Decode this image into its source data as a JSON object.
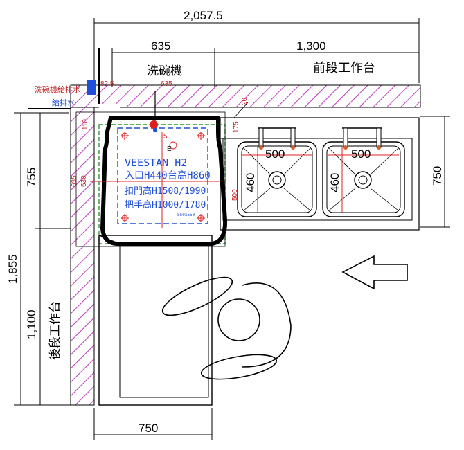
{
  "dimensions": {
    "overall_width": "2,057.5",
    "dishwasher_width": "635",
    "front_counter_width": "1,300",
    "left_height_755": "755",
    "left_total_height": "1,855",
    "left_lower_height": "1,100",
    "bottom_width": "750",
    "right_depth": "750",
    "sink1_width": "500",
    "sink2_width": "500",
    "sink1_depth": "460",
    "sink2_depth": "460",
    "small_635": "635",
    "small_82_5": "82.5",
    "small_20": "20",
    "small_175": "175",
    "small_110": "110",
    "small_635_v": "635",
    "small_630": "630",
    "small_500": "500",
    "small_5": "5"
  },
  "labels": {
    "dishwasher": "洗碗機",
    "front_counter": "前段工作台",
    "rear_counter": "後段工作台",
    "wall_label_1": "洗碗機給排水",
    "wall_label_2": "給排水",
    "e_marker": "E"
  },
  "machine": {
    "model": "VEESTAN H2",
    "line1_left": "入口H440",
    "line1_right": "台高H860",
    "line2": "扣門高H1508/1990",
    "line3": "把手高H1000/1780",
    "footnote": "550x550"
  },
  "colors": {
    "hatch": "#c040c0",
    "machine_outline": "#000000",
    "machine_inner": "#1f4fd6",
    "guide_green": "#2a9a2a",
    "red_line": "#e02020"
  }
}
